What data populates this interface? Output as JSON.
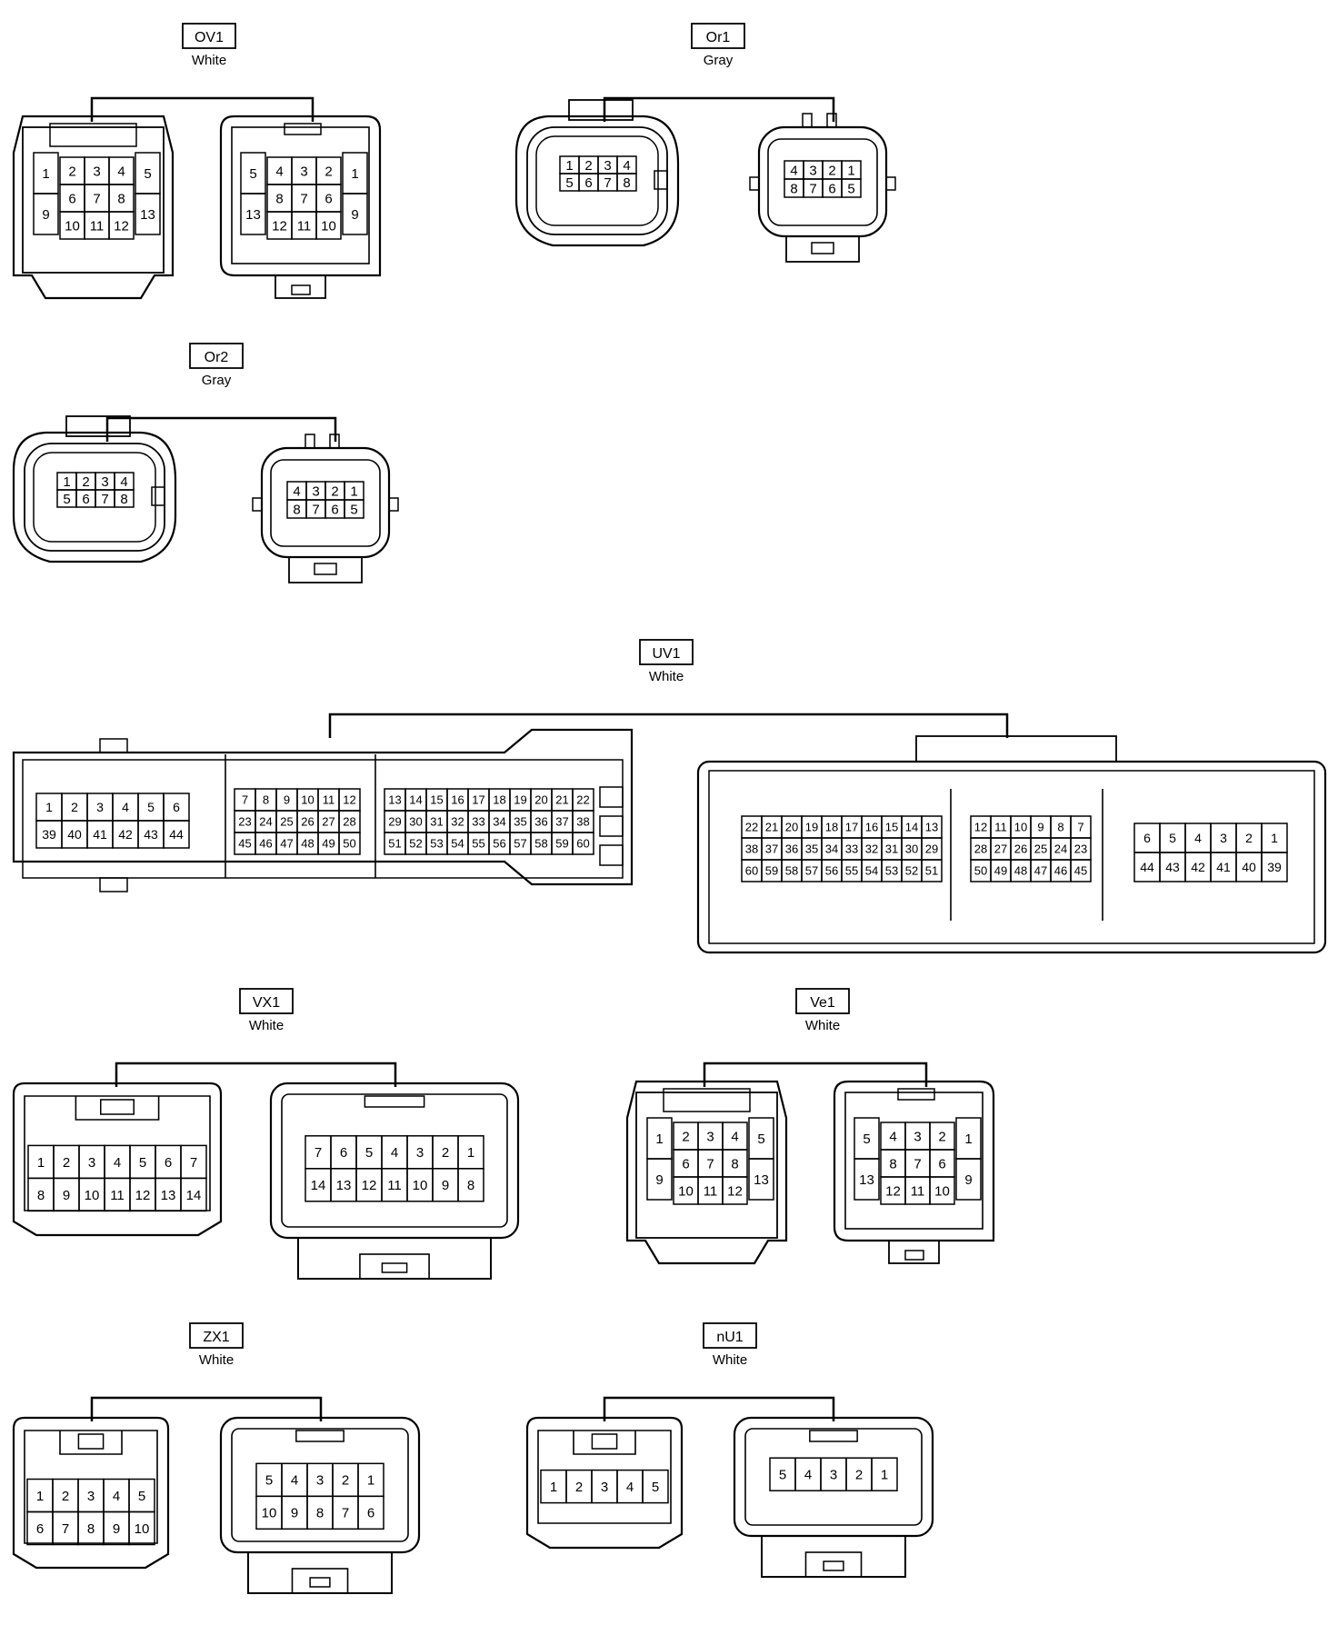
{
  "connectors": [
    {
      "id": "OV1",
      "color": "White",
      "views": [
        {
          "type": "split13",
          "order": [
            "1",
            "2",
            "3",
            "4",
            "5",
            "9",
            "6",
            "7",
            "8",
            "13",
            "10",
            "11",
            "12"
          ]
        },
        {
          "type": "split13",
          "order": [
            "5",
            "4",
            "3",
            "2",
            "1",
            "13",
            "8",
            "7",
            "6",
            "9",
            "12",
            "11",
            "10"
          ]
        }
      ]
    },
    {
      "id": "Or1",
      "color": "Gray",
      "views": [
        {
          "type": "oval8",
          "rows": [
            [
              "1",
              "2",
              "3",
              "4"
            ],
            [
              "5",
              "6",
              "7",
              "8"
            ]
          ]
        },
        {
          "type": "rect8",
          "rows": [
            [
              "4",
              "3",
              "2",
              "1"
            ],
            [
              "8",
              "7",
              "6",
              "5"
            ]
          ]
        }
      ]
    },
    {
      "id": "Or2",
      "color": "Gray",
      "views": [
        {
          "type": "oval8",
          "rows": [
            [
              "1",
              "2",
              "3",
              "4"
            ],
            [
              "5",
              "6",
              "7",
              "8"
            ]
          ]
        },
        {
          "type": "rect8",
          "rows": [
            [
              "4",
              "3",
              "2",
              "1"
            ],
            [
              "8",
              "7",
              "6",
              "5"
            ]
          ]
        }
      ]
    },
    {
      "id": "UV1",
      "color": "White",
      "views": [
        {
          "type": "ecuA",
          "blocks": [
            [
              [
                "1",
                "2",
                "3",
                "4",
                "5",
                "6"
              ],
              [
                "39",
                "40",
                "41",
                "42",
                "43",
                "44"
              ]
            ],
            [
              [
                "7",
                "8",
                "9",
                "10",
                "11",
                "12"
              ],
              [
                "23",
                "24",
                "25",
                "26",
                "27",
                "28"
              ],
              [
                "45",
                "46",
                "47",
                "48",
                "49",
                "50"
              ]
            ],
            [
              [
                "13",
                "14",
                "15",
                "16",
                "17",
                "18",
                "19",
                "20",
                "21",
                "22"
              ],
              [
                "29",
                "30",
                "31",
                "32",
                "33",
                "34",
                "35",
                "36",
                "37",
                "38"
              ],
              [
                "51",
                "52",
                "53",
                "54",
                "55",
                "56",
                "57",
                "58",
                "59",
                "60"
              ]
            ]
          ]
        },
        {
          "type": "ecuB",
          "blocks": [
            [
              [
                "22",
                "21",
                "20",
                "19",
                "18",
                "17",
                "16",
                "15",
                "14",
                "13"
              ],
              [
                "38",
                "37",
                "36",
                "35",
                "34",
                "33",
                "32",
                "31",
                "30",
                "29"
              ],
              [
                "60",
                "59",
                "58",
                "57",
                "56",
                "55",
                "54",
                "53",
                "52",
                "51"
              ]
            ],
            [
              [
                "12",
                "11",
                "10",
                "9",
                "8",
                "7"
              ],
              [
                "28",
                "27",
                "26",
                "25",
                "24",
                "23"
              ],
              [
                "50",
                "49",
                "48",
                "47",
                "46",
                "45"
              ]
            ],
            [
              [
                "6",
                "5",
                "4",
                "3",
                "2",
                "1"
              ],
              [
                "44",
                "43",
                "42",
                "41",
                "40",
                "39"
              ]
            ]
          ]
        }
      ]
    },
    {
      "id": "VX1",
      "color": "White",
      "views": [
        {
          "type": "grid",
          "rows": [
            [
              "1",
              "2",
              "3",
              "4",
              "5",
              "6",
              "7"
            ],
            [
              "8",
              "9",
              "10",
              "11",
              "12",
              "13",
              "14"
            ]
          ]
        },
        {
          "type": "grid",
          "rows": [
            [
              "7",
              "6",
              "5",
              "4",
              "3",
              "2",
              "1"
            ],
            [
              "14",
              "13",
              "12",
              "11",
              "10",
              "9",
              "8"
            ]
          ]
        }
      ]
    },
    {
      "id": "Ve1",
      "color": "White",
      "views": [
        {
          "type": "split13",
          "order": [
            "1",
            "2",
            "3",
            "4",
            "5",
            "9",
            "6",
            "7",
            "8",
            "13",
            "10",
            "11",
            "12"
          ]
        },
        {
          "type": "split13",
          "order": [
            "5",
            "4",
            "3",
            "2",
            "1",
            "13",
            "8",
            "7",
            "6",
            "9",
            "12",
            "11",
            "10"
          ]
        }
      ]
    },
    {
      "id": "ZX1",
      "color": "White",
      "views": [
        {
          "type": "grid",
          "rows": [
            [
              "1",
              "2",
              "3",
              "4",
              "5"
            ],
            [
              "6",
              "7",
              "8",
              "9",
              "10"
            ]
          ]
        },
        {
          "type": "grid",
          "rows": [
            [
              "5",
              "4",
              "3",
              "2",
              "1"
            ],
            [
              "10",
              "9",
              "8",
              "7",
              "6"
            ]
          ]
        }
      ]
    },
    {
      "id": "nU1",
      "color": "White",
      "views": [
        {
          "type": "grid",
          "rows": [
            [
              "1",
              "2",
              "3",
              "4",
              "5"
            ]
          ]
        },
        {
          "type": "grid",
          "rows": [
            [
              "5",
              "4",
              "3",
              "2",
              "1"
            ]
          ]
        }
      ]
    }
  ]
}
